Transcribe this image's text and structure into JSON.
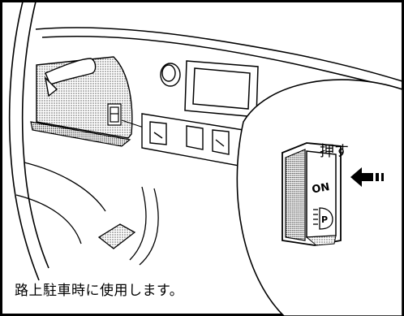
{
  "figure": {
    "push_label": "押す",
    "caption": "路上駐車時に使用します。",
    "switch_on_label": "ON",
    "switch_p_label": "P"
  },
  "icons": {
    "push_direction": "arrow-left-icon",
    "parking_light": "parking-light-icon"
  },
  "colors": {
    "ink": "#000000",
    "paper": "#ffffff",
    "screen_tone": "#9a9a9a"
  }
}
